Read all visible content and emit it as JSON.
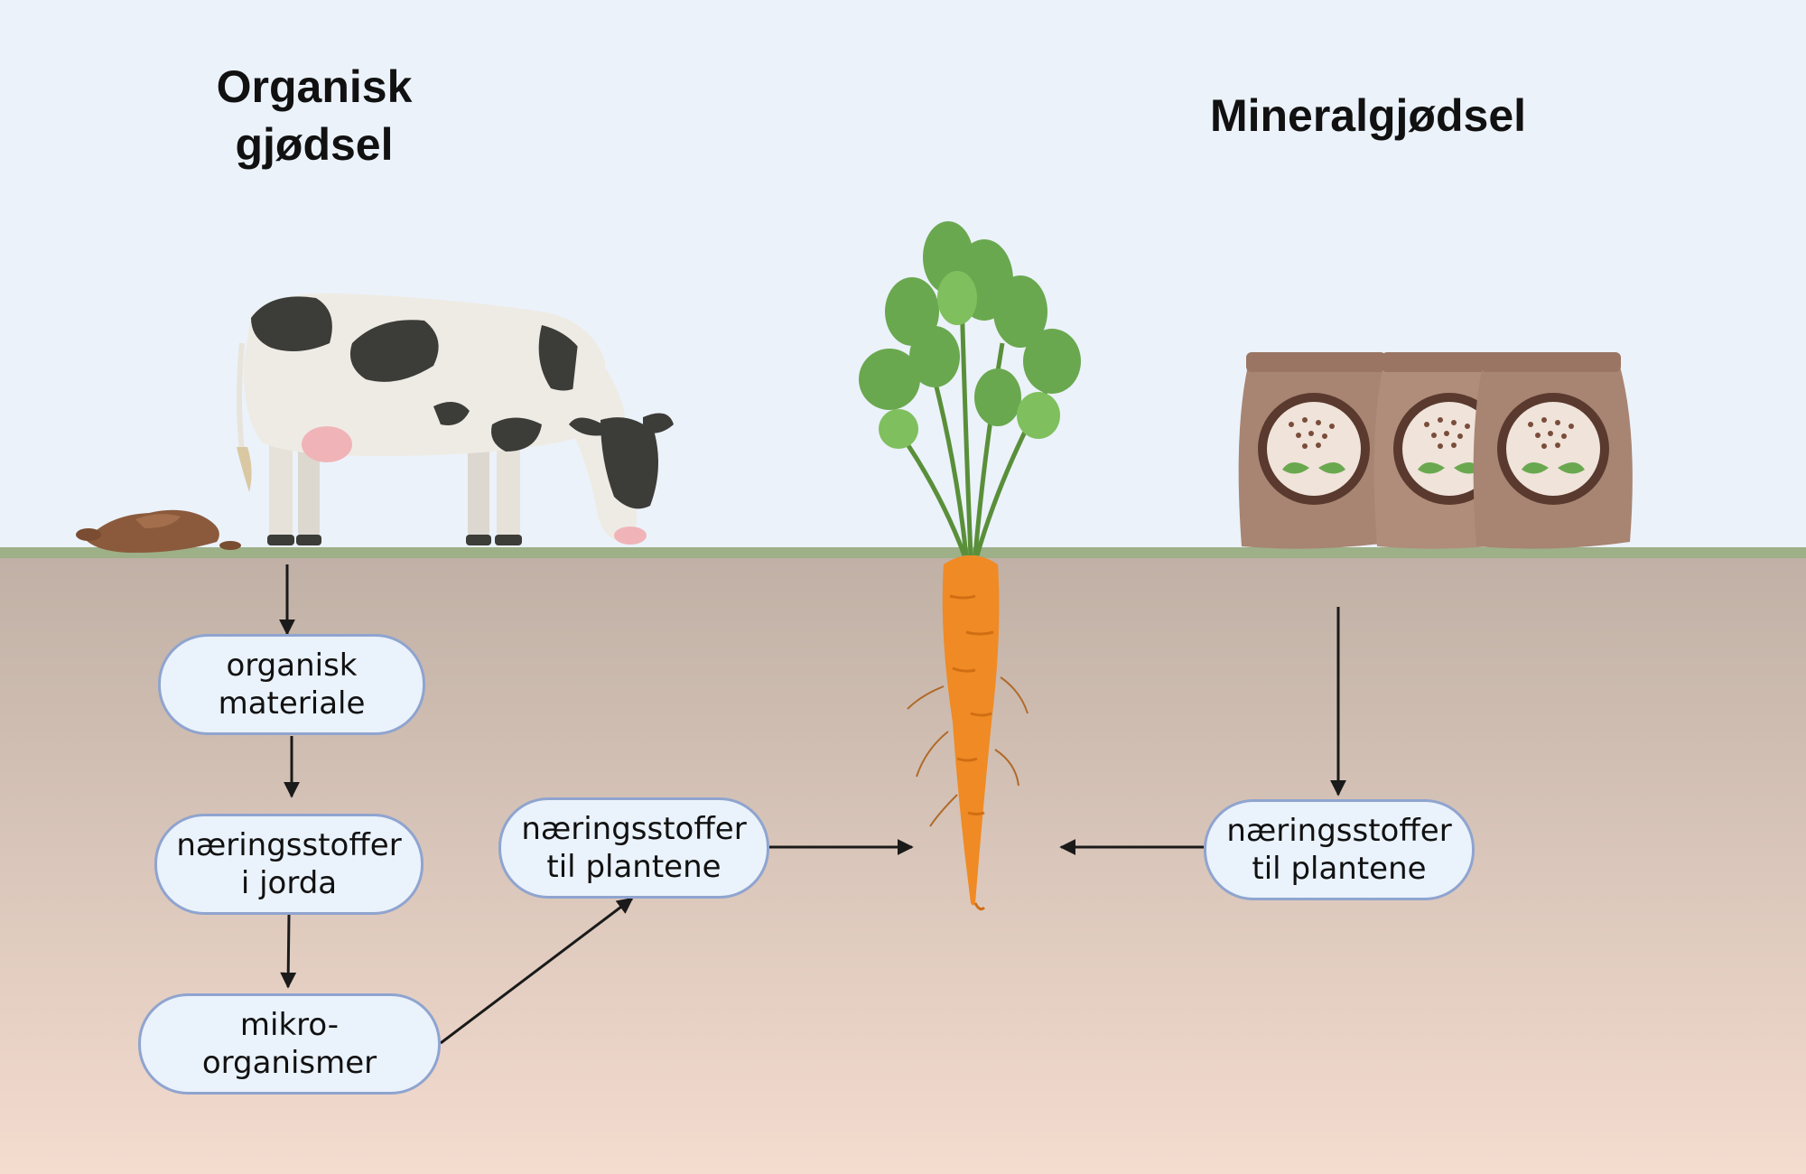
{
  "headings": {
    "organic": [
      "Organisk",
      "gjødsel"
    ],
    "mineral": "Mineralgjødsel"
  },
  "nodes": {
    "organic_material": [
      "organisk",
      "materiale"
    ],
    "nutrients_in_soil": [
      "næringsstoffer",
      "i jorda"
    ],
    "microorganisms": [
      "mikro-",
      "organismer"
    ],
    "nutrients_to_plants_left": [
      "næringsstoffer",
      "til plantene"
    ],
    "nutrients_to_plants_right": [
      "næringsstoffer",
      "til plantene"
    ]
  },
  "colors": {
    "sky": "#ebf2fa",
    "grass": "#9db088",
    "soil_top": "#c0b0a5",
    "soil_bottom": "#f4dccf",
    "node_fill": "#eaf2fb",
    "node_border": "#8fa4cf",
    "arrow": "#1a1a1a",
    "carrot": "#f08a24",
    "leaf": "#6aa84f",
    "bag": "#a88472",
    "cow_patch": "#3c3c38"
  }
}
